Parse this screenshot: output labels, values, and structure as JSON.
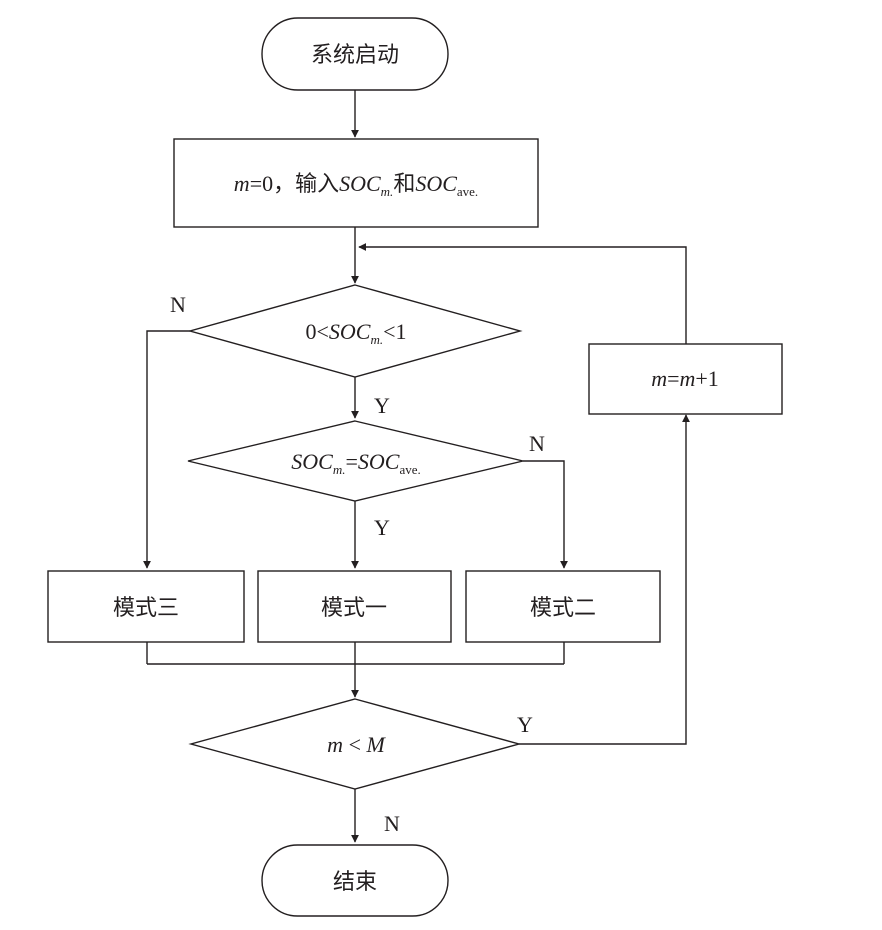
{
  "nodes": {
    "start": "系统启动",
    "init": {
      "m_var": "m",
      "eq_zero": "=0，输入",
      "soc": "SOC",
      "sub_m": "m.",
      "and": "和",
      "soc2": "SOC",
      "sub_ave": "ave."
    },
    "check_range": {
      "lower": "0<",
      "soc": "SOC",
      "sub_m": "m.",
      "upper": "<1"
    },
    "check_equal": {
      "soc": "SOC",
      "sub_m": "m.",
      "eq": "=",
      "soc2": "SOC",
      "sub_ave": "ave."
    },
    "mode3": "模式三",
    "mode1": "模式一",
    "mode2": "模式二",
    "check_count": {
      "m_var": "m",
      "lt": " < ",
      "M_var": "M"
    },
    "increment": {
      "m_var": "m",
      "eq": "=",
      "m_var2": "m",
      "plus_one": "+1"
    },
    "end": "结束"
  },
  "edge_labels": {
    "range_no": "N",
    "range_yes": "Y",
    "equal_no": "N",
    "equal_yes": "Y",
    "count_yes": "Y",
    "count_no": "N"
  },
  "colors": {
    "stroke": "#231f20",
    "fill": "#ffffff"
  }
}
